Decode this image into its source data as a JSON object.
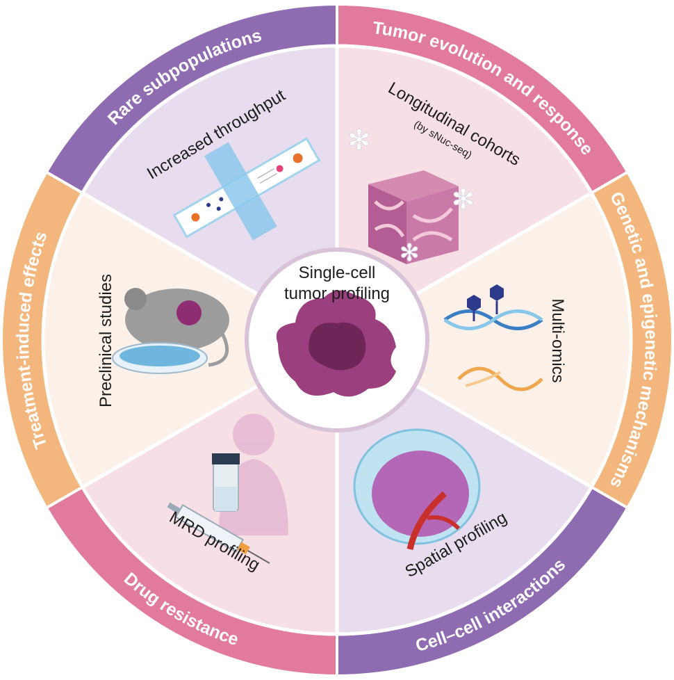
{
  "title": "Single-cell tumor profiling",
  "center": {
    "line1": "Single-cell",
    "line2": "tumor profiling",
    "cell_color": "#9b3f7f",
    "nucleus_color": "#6e2658",
    "border_color": "#d8c3d9"
  },
  "sectors": [
    {
      "ring_label": "Rare subpopulations",
      "ring_color": "#8f6cb2",
      "fill_color": "#e7ddee",
      "start": 90,
      "end": 150,
      "dir": "cw"
    },
    {
      "ring_label": "Tumor evolution and response",
      "ring_color": "#e27a9c",
      "fill_color": "#f7dfe6",
      "start": 30,
      "end": 90,
      "dir": "cw"
    },
    {
      "ring_label": "Genetic and epigenetic mechanisms",
      "ring_color": "#f3b77d",
      "fill_color": "#fcf1e8",
      "start": -30,
      "end": 30,
      "dir": "cw"
    },
    {
      "ring_label": "Cell–cell interactions",
      "ring_color": "#8f6cb2",
      "fill_color": "#e7ddee",
      "start": -90,
      "end": -30,
      "dir": "ccw"
    },
    {
      "ring_label": "Drug resistance",
      "ring_color": "#e27a9c",
      "fill_color": "#f7dfe6",
      "start": 210,
      "end": 270,
      "dir": "ccw"
    },
    {
      "ring_label": "Treatment-induced effects",
      "ring_color": "#f3b77d",
      "fill_color": "#fcf1e8",
      "start": 150,
      "end": 210,
      "dir": "cw"
    }
  ],
  "inner_labels": {
    "throughput": "Increased throughput",
    "longitudinal": "Longitudinal cohorts",
    "longitudinal_sub": "(by sNuc-seq)",
    "multiomics": "Multi-omics",
    "spatial": "Spatial profiling",
    "mrd": "MRD profiling",
    "preclinical": "Preclinical studies"
  }
}
